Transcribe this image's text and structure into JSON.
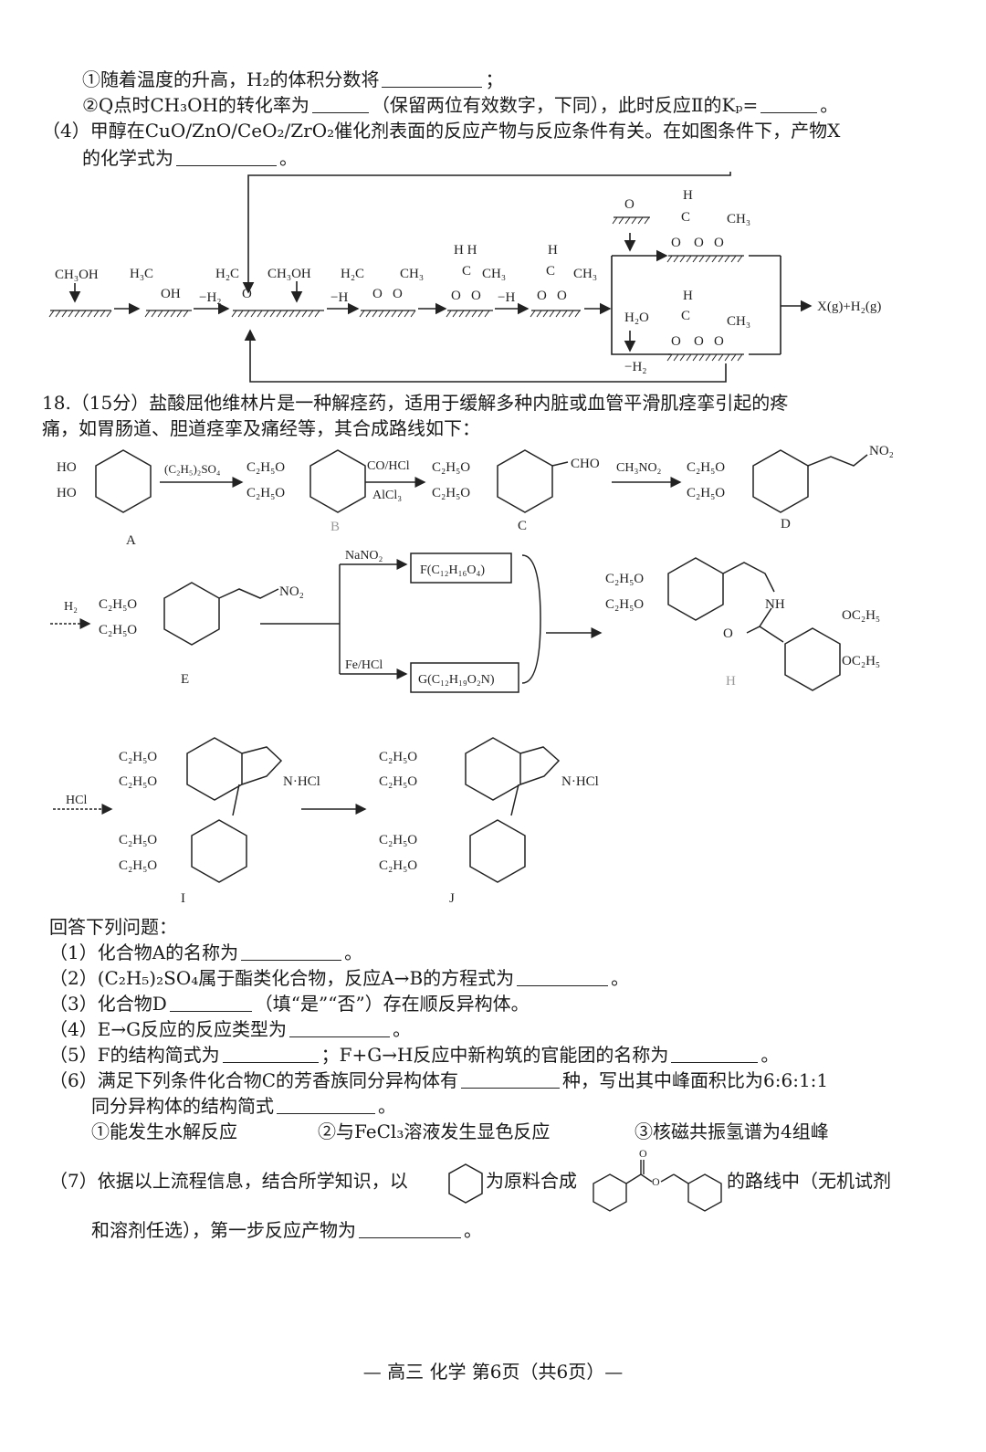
{
  "q17": {
    "line1": "①随着温度的升高，H₂的体积分数将",
    "line1_end": "；",
    "line2": "②Q点时CH₃OH的转化率为",
    "line2_mid": "（保留两位有效数字，下同），此时反应Ⅱ的Kₚ=",
    "line2_end": "。",
    "sub4_label": "（4）",
    "sub4_a": "甲醇在CuO/ZnO/CeO₂/ZrO₂催化剂表面的反应产物与反应条件有关。在如图条件下，产物X",
    "sub4_b": "的化学式为",
    "sub4_b_end": "。"
  },
  "mechanism": {
    "ch3oh": "CH₃OH",
    "minus_h2": "−H₂",
    "minus_h": "−H",
    "h2o": "H₂O",
    "product": "X(g)+H₂(g)"
  },
  "q18": {
    "title_a": "18.（15分）盐酸屈他维林片是一种解痉药，适用于缓解多种内脏或血管平滑肌痉挛引起的疼",
    "title_b": "痛，如胃肠道、胆道痉挛及痛经等，其合成路线如下："
  },
  "synthesis": {
    "reagent_ab": "(C₂H₅)₂SO₄",
    "reagent_bc_top": "CO/HCl",
    "reagent_bc_bottom": "AlCl₃",
    "reagent_cd": "CH₃NO₂",
    "reagent_de": "H₂",
    "reagent_f": "NaNO₂",
    "reagent_g": "Fe/HCl",
    "reagent_i": "HCl",
    "box_f": "F(C₁₂H₁₆O₄)",
    "box_g": "G(C₁₂H₁₉O₂N)",
    "labels": [
      "A",
      "B",
      "C",
      "D",
      "E",
      "H",
      "I",
      "J"
    ]
  },
  "questions": {
    "intro": "回答下列问题：",
    "q1": "（1）化合物A的名称为",
    "q1_end": "。",
    "q2": "（2）(C₂H₅)₂SO₄属于酯类化合物，反应A→B的方程式为",
    "q2_end": "。",
    "q3": "（3）化合物D",
    "q3_end": "（填“是”“否”）存在顺反异构体。",
    "q4": "（4）E→G反应的反应类型为",
    "q4_end": "。",
    "q5": "（5）F的结构简式为",
    "q5_mid": "；F+G→H反应中新构筑的官能团的名称为",
    "q5_end": "。",
    "q6": "（6）满足下列条件化合物C的芳香族同分异构体有",
    "q6_mid": "种，写出其中峰面积比为6:6:1:1",
    "q6_b": "同分异构体的结构简式",
    "q6_b_end": "。",
    "cond1": "①能发生水解反应",
    "cond2": "②与FeCl₃溶液发生显色反应",
    "cond3": "③核磁共振氢谱为4组峰",
    "q7_a": "（7）依据以上流程信息，结合所学知识，以",
    "q7_b": "为原料合成",
    "q7_c": "的路线中（无机试剂",
    "q7_d": "和溶剂任选），第一步反应产物为",
    "q7_end": "。"
  },
  "footer": "— 高三  化学  第6页（共6页）—"
}
